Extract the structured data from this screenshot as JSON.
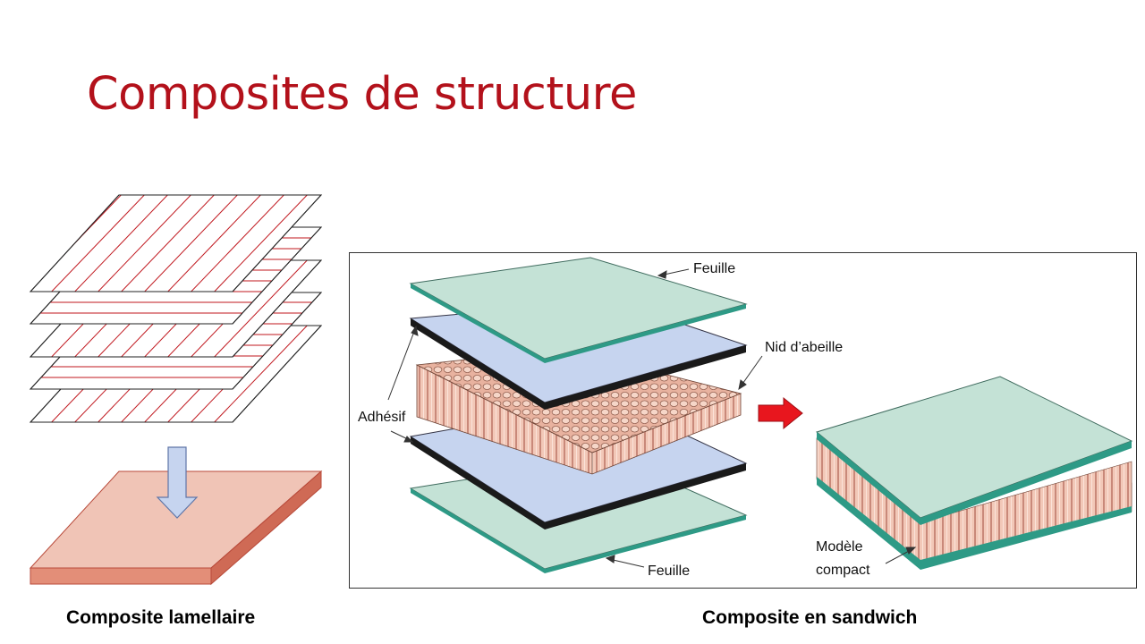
{
  "slide": {
    "title": "Composites de structure",
    "caption_left": "Composite lamellaire",
    "caption_right": "Composite en sandwich"
  },
  "labels": {
    "top_sheet": "Feuille",
    "honeycomb": "Nid d’abeille",
    "adhesive": "Adhésif",
    "bottom_sheet": "Feuille",
    "compact_line1": "Modèle",
    "compact_line2": "compact"
  },
  "colors": {
    "title": "#b3111b",
    "fiber_lines": "#c0171e",
    "laminate_block": "#f0c4b6",
    "face_sheet": "#c4e2d6",
    "adhesive_sheet": "#c6d4ef",
    "honeycomb_cells": "#f2c8b8",
    "arrow_red": "#e8161e",
    "arrow_blue": "#c6d4ef"
  }
}
